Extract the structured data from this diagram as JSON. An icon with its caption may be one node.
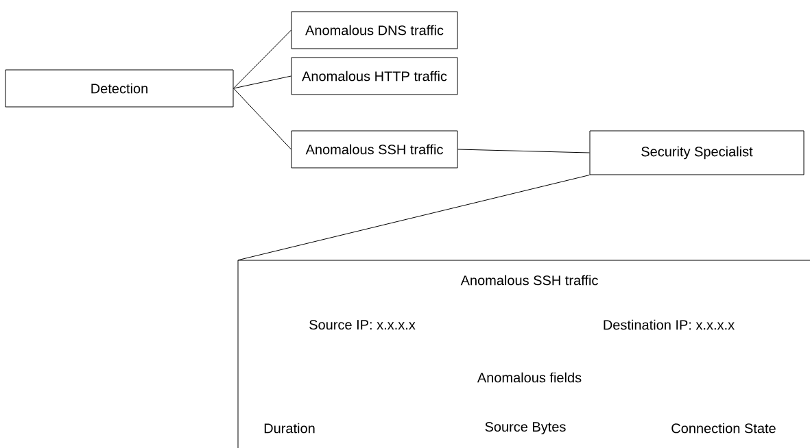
{
  "diagram": {
    "nodes": [
      {
        "text": [
          "Detection"
        ]
      },
      {
        "text": [
          "Anomalous DNS traffic"
        ]
      },
      {
        "text": [
          "Anomalous HTTP traffic"
        ]
      },
      {
        "text": [
          "Anomalous SSH traffic"
        ]
      },
      {
        "text": [
          "Security Specialist"
        ]
      },
      {
        "text": [
          "Anomalous SSH traffic",
          "Source IP: x.x.x.x",
          "Destination IP: x.x.x.x",
          "Anomalous fields",
          "Duration",
          "Source Bytes",
          "Connection State"
        ]
      }
    ],
    "edges": [
      {
        "from": 0,
        "to": 1,
        "arrow": "none"
      },
      {
        "from": 0,
        "to": 2,
        "arrow": "none"
      },
      {
        "from": 0,
        "to": 3,
        "arrow": "none"
      },
      {
        "from": 3,
        "to": 4,
        "arrow": "none"
      },
      {
        "from": 4,
        "to": 5,
        "arrow": "none"
      }
    ]
  }
}
